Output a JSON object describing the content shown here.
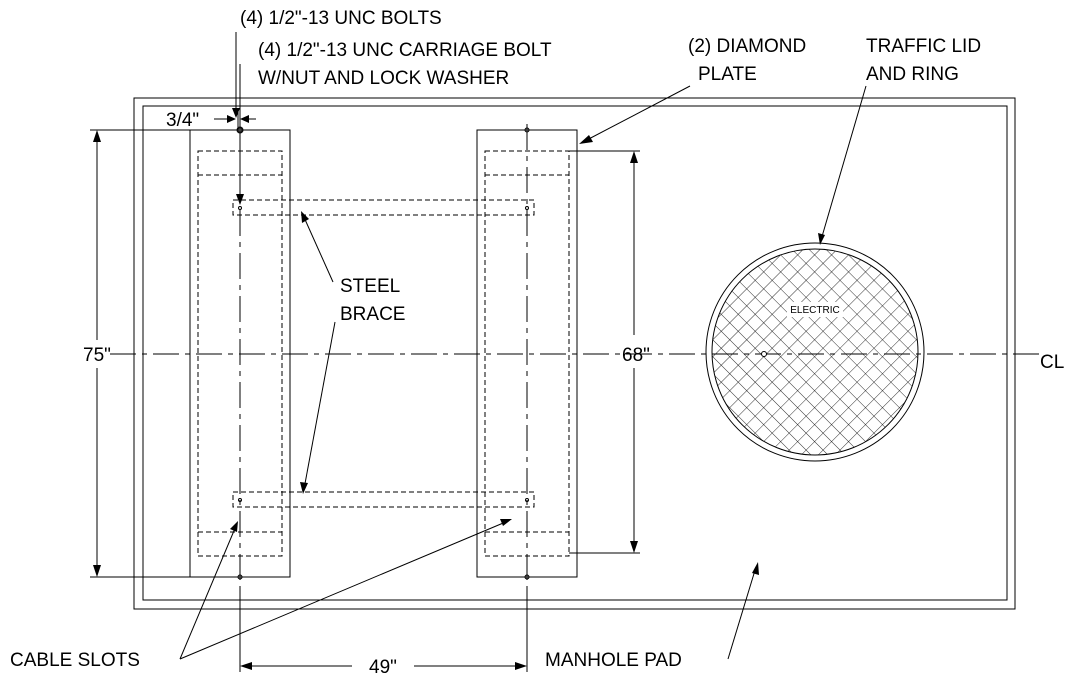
{
  "labels": {
    "bolts": "(4) 1/2\"-13 UNC BOLTS",
    "carriage_line1": "(4) 1/2\"-13 UNC CARRIAGE BOLT",
    "carriage_line2": "W/NUT AND LOCK WASHER",
    "diamond_line1": "(2) DIAMOND",
    "diamond_line2": "PLATE",
    "traffic_line1": "TRAFFIC LID",
    "traffic_line2": "AND RING",
    "steel_line1": "STEEL",
    "steel_line2": "BRACE",
    "cable_slots": "CABLE SLOTS",
    "manhole_pad": "MANHOLE PAD",
    "centerline": "CL",
    "lid_text": "ELECTRIC"
  },
  "dimensions": {
    "offset": "3/4\"",
    "height_overall": "75\"",
    "height_plate": "68\"",
    "spacing": "49\""
  },
  "colors": {
    "line": "#000000",
    "background": "#ffffff"
  }
}
